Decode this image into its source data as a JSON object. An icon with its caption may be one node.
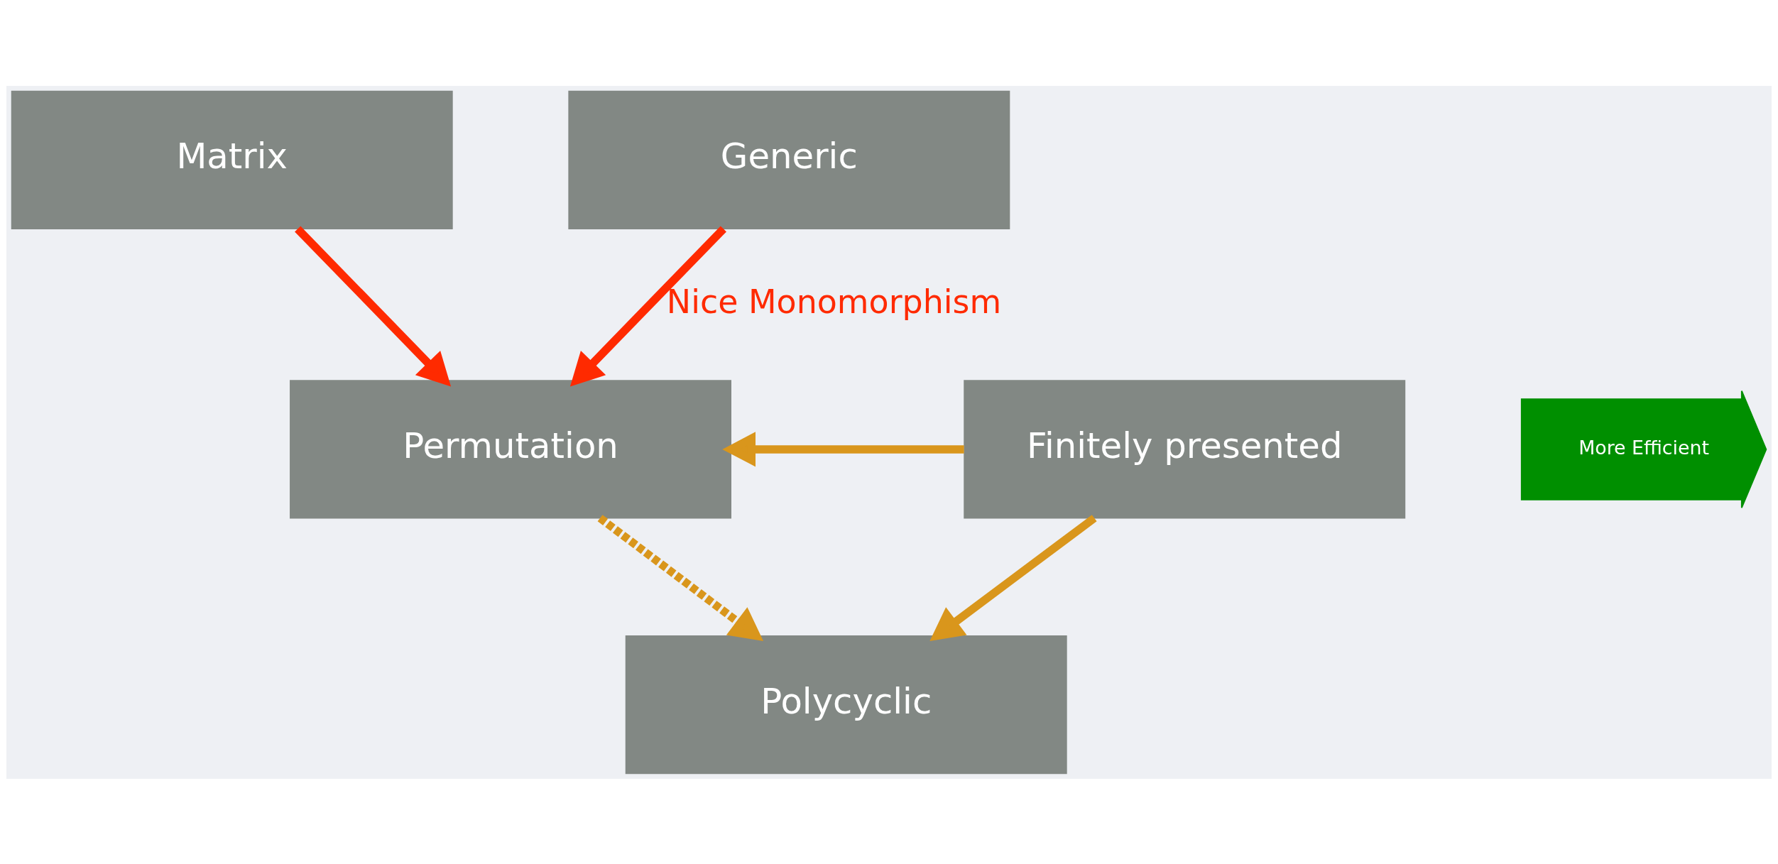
{
  "diagram": {
    "nodes": [
      {
        "text": [
          "Matrix"
        ]
      },
      {
        "text": [
          "Generic"
        ]
      },
      {
        "text": [
          "Permutation"
        ]
      },
      {
        "text": [
          "Finitely presented"
        ]
      },
      {
        "text": [
          "Polycyclic"
        ]
      },
      {
        "text": [
          "More Efficient"
        ]
      }
    ],
    "edges": [
      {
        "from": 0,
        "to": 2,
        "arrow": "to",
        "color": "#ff2a00"
      },
      {
        "from": 1,
        "to": 2,
        "arrow": "to",
        "label": "Nice Monomorphism",
        "color": "#ff2a00"
      },
      {
        "from": 3,
        "to": 2,
        "arrow": "to"
      },
      {
        "from": 2,
        "to": 4,
        "arrow": "to",
        "style": "dashed"
      },
      {
        "from": 3,
        "to": 4,
        "arrow": "to"
      }
    ]
  }
}
